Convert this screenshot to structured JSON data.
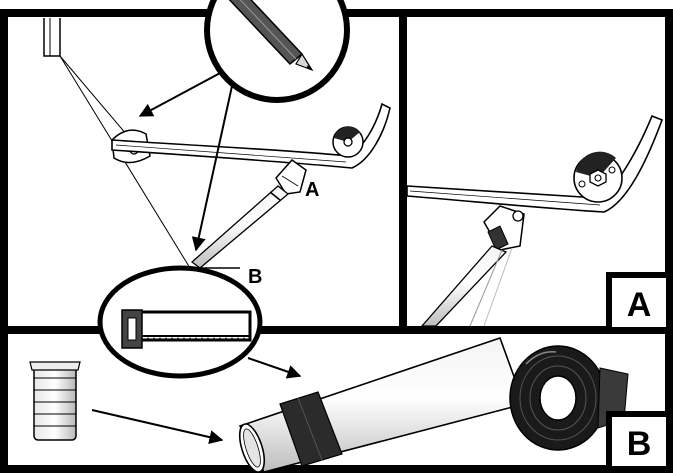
{
  "panels": {
    "top_right_label": "A",
    "bottom_label": "B"
  },
  "callouts": {
    "hinge_label": "A",
    "cut_label": "B"
  },
  "icons": {
    "pencil": "pencil-icon",
    "saw": "hacksaw-icon",
    "tape": "tape-roll-icon",
    "end_cap": "ribbed-end-cap-icon"
  },
  "colors": {
    "ink": "#000000",
    "tube_shade": "#cfcfcf",
    "tape": "#2b2b2b",
    "background": "#ffffff"
  }
}
